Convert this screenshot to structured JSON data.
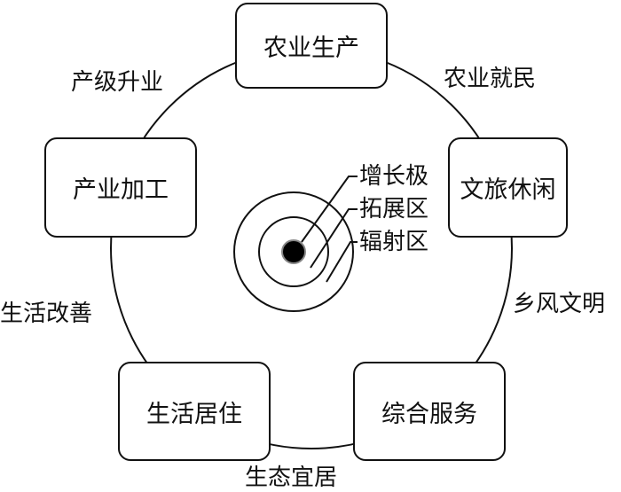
{
  "boxes": {
    "top": "农业生产",
    "left": "产业加工",
    "right": "文旅休闲",
    "bottom_left": "生活居住",
    "bottom_right": "综合服务"
  },
  "links": {
    "top_left": "产级升业",
    "top_right": "农业就民",
    "right": "乡风文明",
    "left": "生活改善",
    "bottom": "生态宜居"
  },
  "center": {
    "growth_pole": "增长极",
    "expansion_zone": "拓展区",
    "radiation_zone": "辐射区"
  }
}
